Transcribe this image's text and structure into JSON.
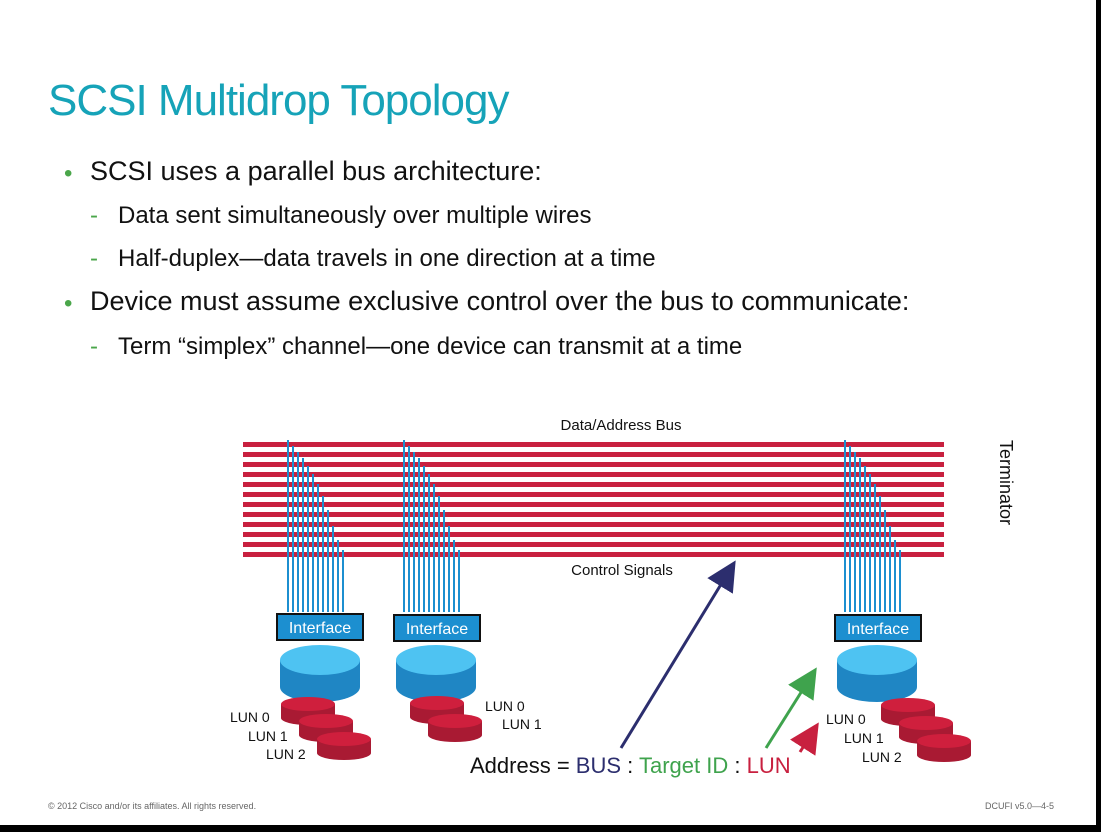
{
  "slide": {
    "title": "SCSI Multidrop Topology",
    "bullets": [
      {
        "text": "SCSI uses a parallel bus architecture:"
      },
      {
        "text": "Data sent simultaneously over multiple wires"
      },
      {
        "text": "Half-duplex—data travels in one direction at a time"
      },
      {
        "text": "Device must assume exclusive control over the bus to communicate:"
      },
      {
        "text": "Term “simplex” channel—one device can transmit at a time"
      }
    ],
    "footer_left": "© 2012 Cisco and/or its affiliates. All rights reserved.",
    "footer_right": "DCUFI v5.0—4-5"
  },
  "diagram": {
    "bus_label": "Data/Address Bus",
    "control_label": "Control Signals",
    "terminator_label": "Terminator",
    "devices": [
      {
        "interface": "Interface",
        "luns": [
          "LUN 0",
          "LUN 1",
          "LUN 2"
        ]
      },
      {
        "interface": "Interface",
        "luns": [
          "LUN 0",
          "LUN 1"
        ]
      },
      {
        "interface": "Interface",
        "luns": [
          "LUN 0",
          "LUN 1",
          "LUN 2"
        ]
      }
    ],
    "address": {
      "prefix": "Address = ",
      "bus": "BUS",
      "sep1": " : ",
      "target": "Target ID",
      "sep2": " : ",
      "lun": "LUN"
    },
    "colors": {
      "bus_line": "#c8203f",
      "wire": "#1c8fd0",
      "interface_fill": "#1c8fd0",
      "disk_top": "#4ec3f2",
      "disk_side": "#1f86c4",
      "lun_disk": "#cf1f3d",
      "bus_arrow": "#2c2e6e",
      "target_arrow": "#3fa34d",
      "lun_arrow": "#c8203f"
    }
  }
}
